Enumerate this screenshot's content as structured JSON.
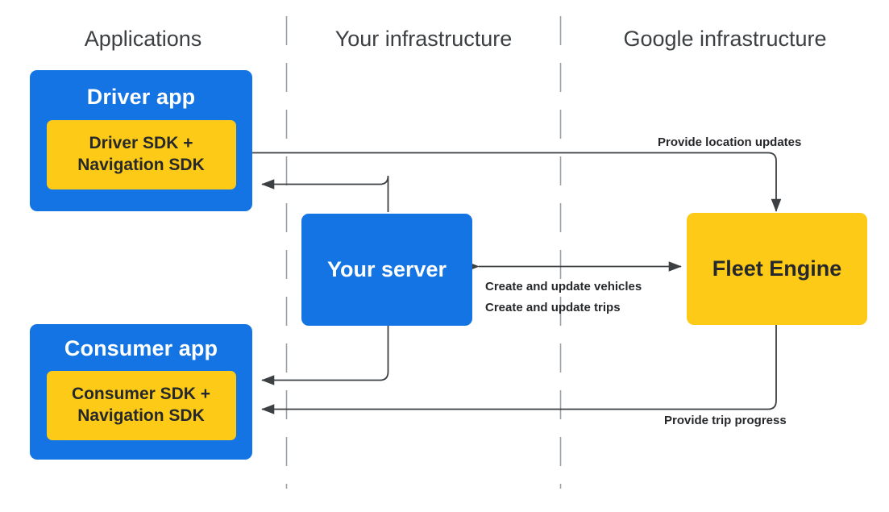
{
  "columns": [
    {
      "label": "Applications"
    },
    {
      "label": "Your infrastructure"
    },
    {
      "label": "Google infrastructure"
    }
  ],
  "nodes": {
    "driver_app": {
      "title": "Driver app",
      "sdk_line1": "Driver SDK +",
      "sdk_line2": "Navigation SDK"
    },
    "consumer_app": {
      "title": "Consumer app",
      "sdk_line1": "Consumer SDK +",
      "sdk_line2": "Navigation SDK"
    },
    "your_server": {
      "title": "Your server"
    },
    "fleet_engine": {
      "title": "Fleet Engine"
    }
  },
  "edges": {
    "location_updates": "Provide location updates",
    "create_update_vehicles": "Create and update vehicles",
    "create_update_trips": "Create and update trips",
    "trip_progress": "Provide trip progress"
  },
  "colors": {
    "blue": "#1474e4",
    "yellow": "#fdcb17",
    "dark_text": "#26282b",
    "header_text": "#3c4043",
    "connector": "#3c4043",
    "divider": "#9aa0a6"
  }
}
